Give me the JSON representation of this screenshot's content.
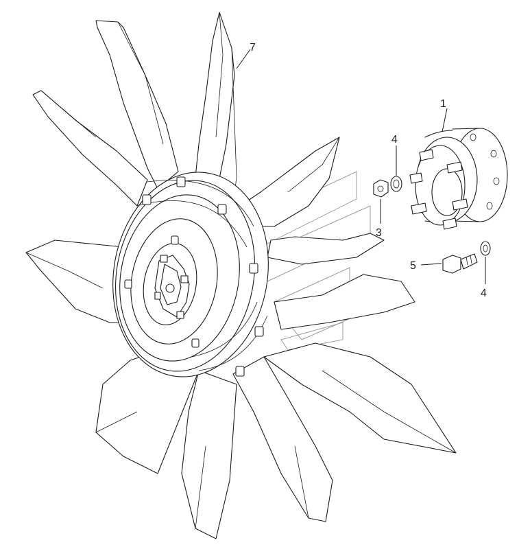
{
  "callouts": {
    "fan": "7",
    "hub": "1",
    "washer_top": "4",
    "nut": "3",
    "bolt": "5",
    "washer_bottom": "4"
  }
}
